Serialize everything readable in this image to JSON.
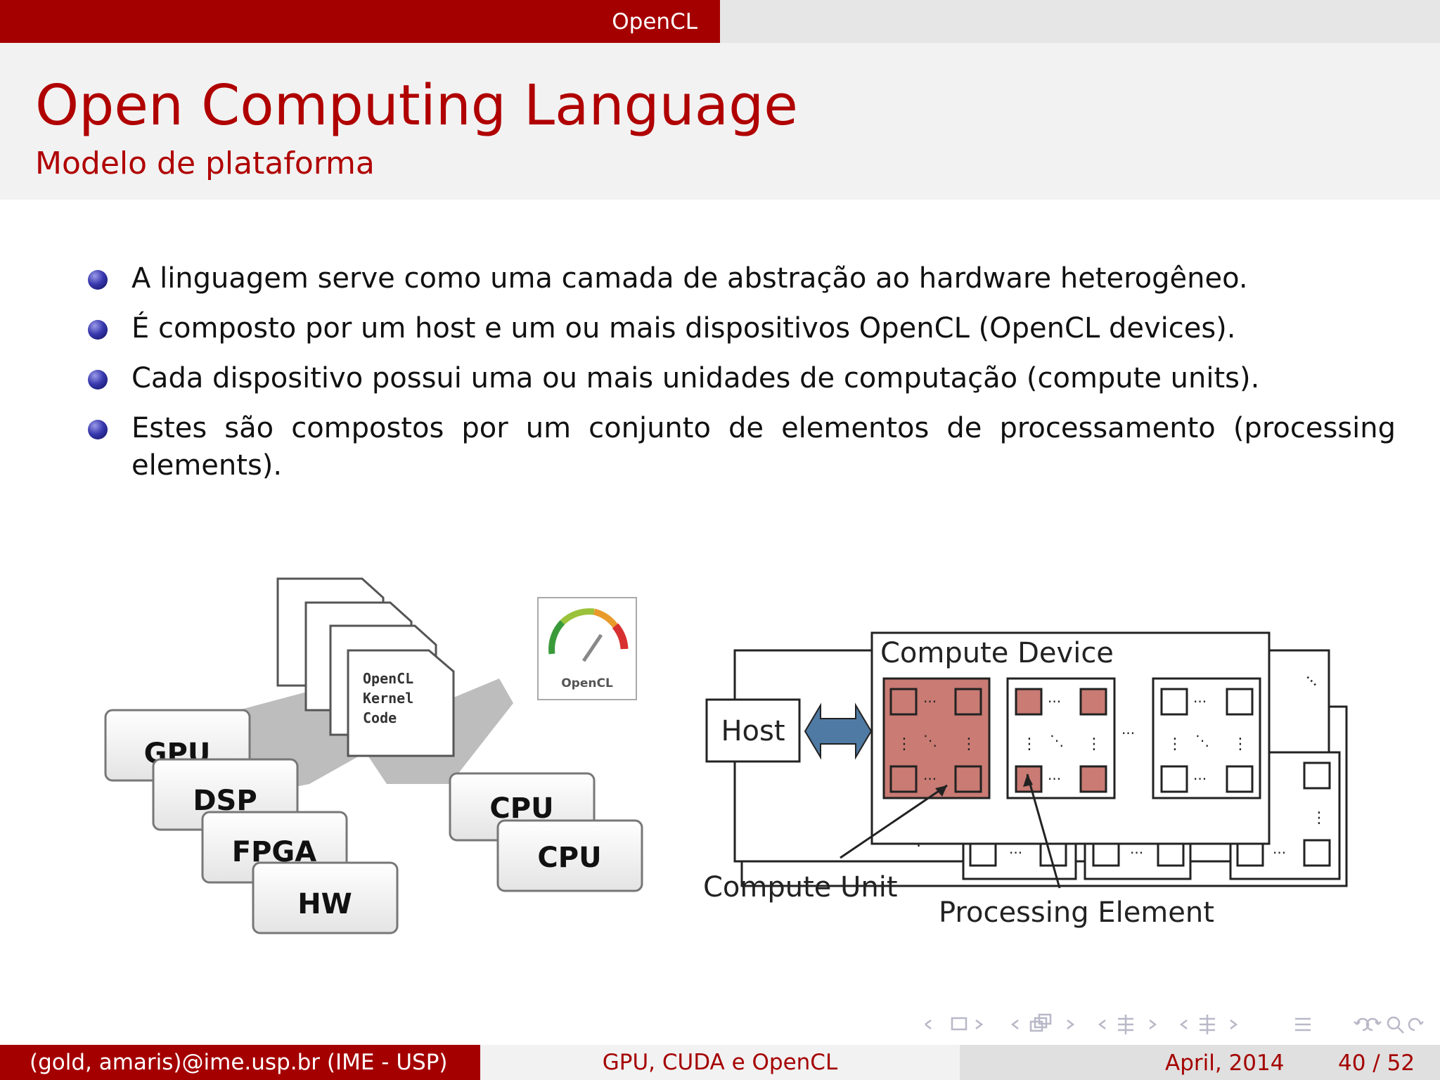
{
  "header": {
    "section": "OpenCL"
  },
  "title": {
    "main": "Open Computing Language",
    "sub": "Modelo de plataforma"
  },
  "bullets": [
    "A linguagem serve como uma camada de abstração ao hardware heterogêneo.",
    "É composto por um host e um ou mais dispositivos OpenCL (OpenCL devices).",
    "Cada dispositivo possui uma ou mais unidades de computação (compute units).",
    "Estes são compostos por um conjunto de elementos de processamento (processing elements)."
  ],
  "figure_left": {
    "kernel_code": [
      "OpenCL",
      "Kernel",
      "Code"
    ],
    "logo_label": "OpenCL",
    "devices": [
      "GPU",
      "DSP",
      "FPGA",
      "HW",
      "CPU",
      "CPU"
    ]
  },
  "figure_right": {
    "device_title": "Compute Device",
    "host": "Host",
    "compute_unit": "Compute Unit",
    "processing_element": "Processing Element"
  },
  "footer": {
    "author": "(gold, amaris)@ime.usp.br  (IME - USP)",
    "talk": "GPU, CUDA e OpenCL",
    "date": "April, 2014",
    "page": "40 / 52"
  },
  "colors": {
    "accent": "#a50000",
    "title": "#b00000",
    "cell_fill": "#c97b74"
  },
  "icons": [
    "bullet-ball-icon",
    "nav-frame-icon",
    "nav-subsection-icon",
    "nav-section-icon",
    "nav-search-icon"
  ]
}
